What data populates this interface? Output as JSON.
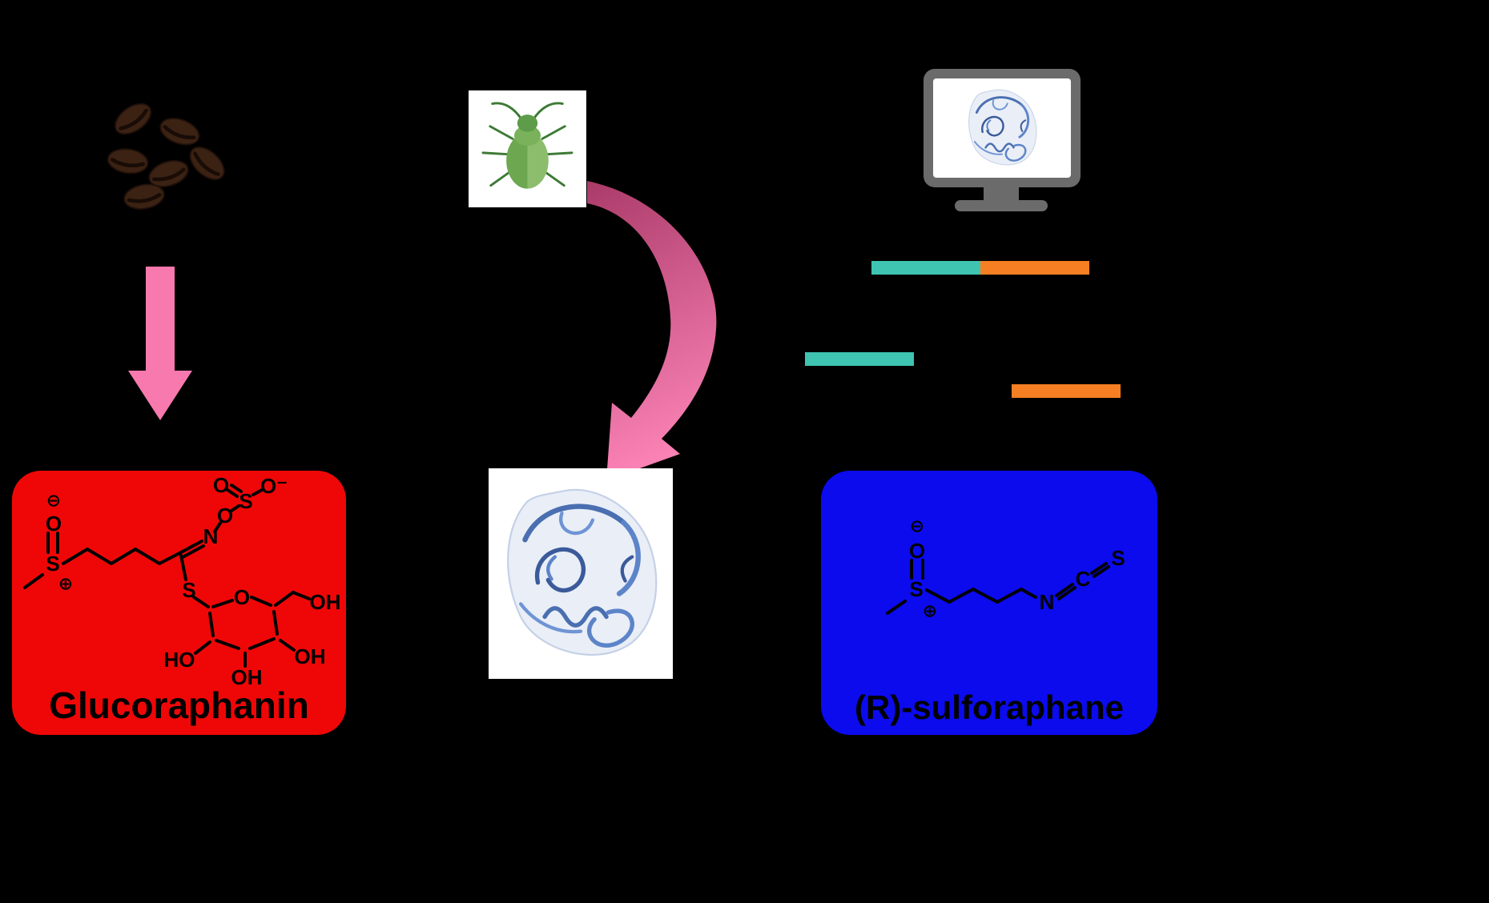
{
  "figure": {
    "background": "#000000",
    "glucoraphanin_label": "Glucoraphanin",
    "sulforaphane_label": "(R)-sulforaphane"
  },
  "palette": {
    "red_panel": "#ef0707",
    "blue_panel": "#0b0bee",
    "pink_arrow": "#f879ae",
    "curved_arrow_top": "#aa3b69",
    "curved_arrow_bottom": "#fb82b5",
    "teal_bar": "#3fc4b1",
    "orange_bar": "#f57f22",
    "seed_brown": "#3b2213",
    "insect_green": "#8cbd6d",
    "protein_blue": "#4a6fb0",
    "monitor_gray": "#6b6b6b",
    "panel_white": "#ffffff",
    "structure_black": "#000000"
  },
  "glucoraphanin_atoms": {
    "charge_minus": "⊖",
    "o_sulfinyl": "O",
    "s_sulfinyl": "S",
    "charge_plus": "⊕",
    "n_imine": "N",
    "o_ester": "O",
    "s_sulfate": "S",
    "o_sulfate": "O",
    "o_sulfate_minus": "O⁻",
    "s_thio": "S",
    "o_ring": "O",
    "oh_ch2oh": "OH",
    "oh_c4": "OH",
    "oh_c3": "OH",
    "ho_c2": "HO"
  },
  "sulforaphane_atoms": {
    "charge_minus": "⊖",
    "o_sulfinyl": "O",
    "s_sulfinyl": "S",
    "charge_plus": "⊕",
    "n_itc": "N",
    "c_itc": "C",
    "s_itc": "S"
  },
  "icons": {
    "seeds": "seed-cluster-icon",
    "insect": "aphid-icon",
    "down_arrow": "down-arrow-icon",
    "curved_arrow": "curved-arrow-icon",
    "monitor": "computer-monitor-icon",
    "protein": "protein-ribbon-icon",
    "sequence_bars": "sequence-bar"
  }
}
